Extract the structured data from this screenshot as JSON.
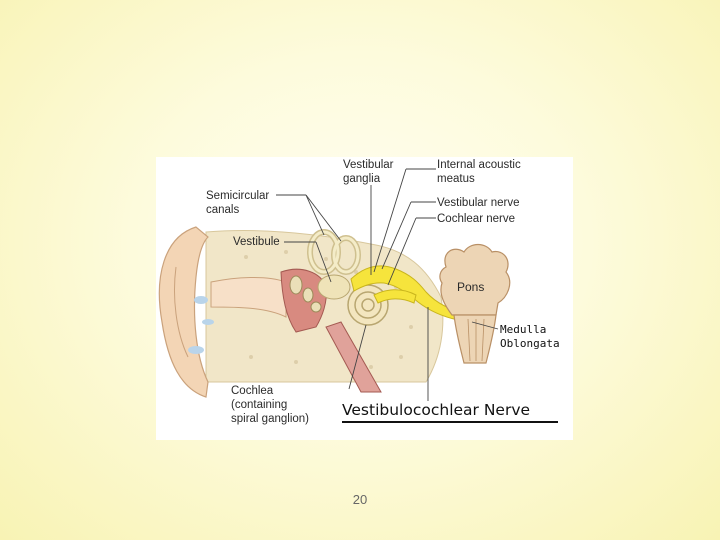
{
  "figure": {
    "labels": {
      "vestibular_ganglia": "Vestibular\nganglia",
      "internal_acoustic_meatus": "Internal acoustic\nmeatus",
      "semicircular_canals": "Semicircular\ncanals",
      "vestibular_nerve": "Vestibular nerve",
      "cochlear_nerve": "Cochlear nerve",
      "vestibule": "Vestibule",
      "pons": "Pons",
      "medulla_oblongata": "Medulla\nOblongata",
      "cochlea": "Cochlea\n(containing\nspiral ganglion)",
      "vestibulocochlear_nerve": "Vestibulocochlear Nerve"
    }
  },
  "page_number": "20"
}
